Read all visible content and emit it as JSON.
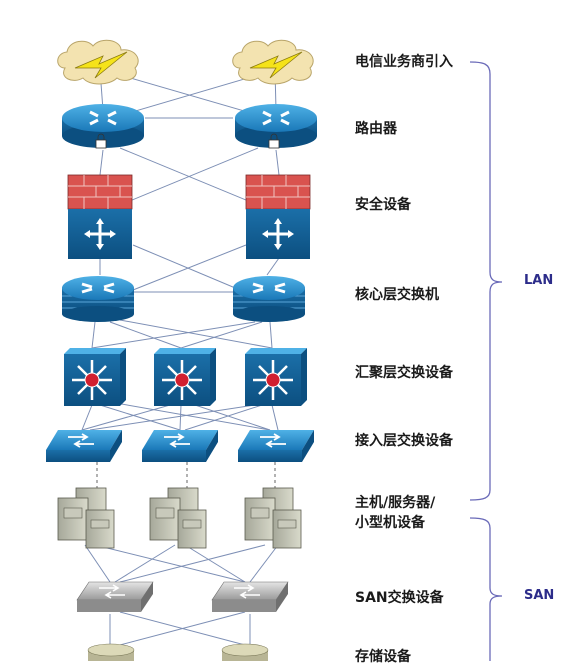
{
  "layers": [
    {
      "id": "telecom",
      "label": "电信业务商引入",
      "icon": "cloud-lightning-icon"
    },
    {
      "id": "router",
      "label": "路由器",
      "icon": "router-icon"
    },
    {
      "id": "security",
      "label": "安全设备",
      "icon": "firewall-icon"
    },
    {
      "id": "core",
      "label": "核心层交换机",
      "icon": "core-switch-icon"
    },
    {
      "id": "aggregation",
      "label": "汇聚层交换设备",
      "icon": "multilayer-switch-icon"
    },
    {
      "id": "access",
      "label": "接入层交换设备",
      "icon": "workgroup-switch-icon"
    },
    {
      "id": "hosts",
      "label_lines": [
        "主机/服务器/",
        "小型机设备"
      ],
      "icon": "server-icon"
    },
    {
      "id": "san_switch",
      "label": "SAN交换设备",
      "icon": "san-switch-icon"
    },
    {
      "id": "storage",
      "label": "存储设备",
      "icon": "storage-icon"
    }
  ],
  "groups": [
    {
      "id": "lan",
      "label": "LAN"
    },
    {
      "id": "san",
      "label": "SAN"
    }
  ],
  "colors": {
    "device_blue": "#1f7fbf",
    "device_dark": "#0d5a8f",
    "firewall_red": "#d9534f",
    "cloud_fill": "#f3e3b0",
    "bolt": "#f5e31a",
    "link_line": "#7d8fb5",
    "brace": "#6a6ab8",
    "group_text": "#2c2c8a"
  }
}
